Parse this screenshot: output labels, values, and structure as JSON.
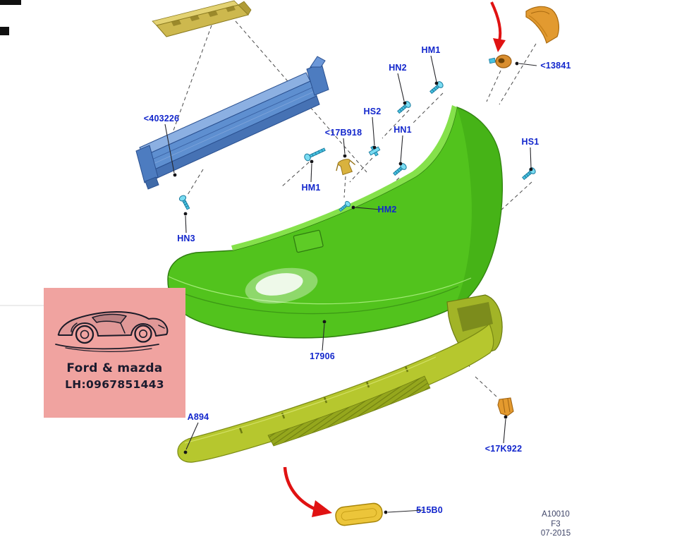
{
  "page": {
    "background": "#ffffff",
    "description_domain": "exploded rear-bumper parts diagram"
  },
  "labels": [
    {
      "id": "hm1-upper",
      "text": "HM1"
    },
    {
      "id": "hn2",
      "text": "HN2"
    },
    {
      "id": "13841",
      "text": "<13841"
    },
    {
      "id": "hs2",
      "text": "HS2"
    },
    {
      "id": "403226",
      "text": "<403226"
    },
    {
      "id": "hn1",
      "text": "HN1"
    },
    {
      "id": "17b918",
      "text": "<17B918"
    },
    {
      "id": "hs1",
      "text": "HS1"
    },
    {
      "id": "hm1-mid",
      "text": "HM1"
    },
    {
      "id": "hm2",
      "text": "HM2"
    },
    {
      "id": "hn3",
      "text": "HN3"
    },
    {
      "id": "17906",
      "text": "17906"
    },
    {
      "id": "a894",
      "text": "A894"
    },
    {
      "id": "17k922",
      "text": "<17K922"
    },
    {
      "id": "515b0",
      "text": "515B0"
    }
  ],
  "watermark": {
    "brand_line": "Ford & mazda",
    "phone_line": "LH:0967851443",
    "bg_color": "#f0a3a0"
  },
  "footer": {
    "drawing_number": "A10010",
    "sheet_code": "F3",
    "date_code": "07-2015"
  },
  "colors": {
    "label_blue": "#1226cc",
    "bumper_green": "#52c31d",
    "impact_bar_blue": "#5e8fd0",
    "absorber_yellow": "#cdb84e",
    "valance_green": "#b6c72e",
    "fastener_cyan": "#49c2e0",
    "bracket_orange": "#e29a30",
    "arrow_red": "#e01212",
    "watermark_pink": "#f0a3a0",
    "footer_text": "#3f4568"
  }
}
